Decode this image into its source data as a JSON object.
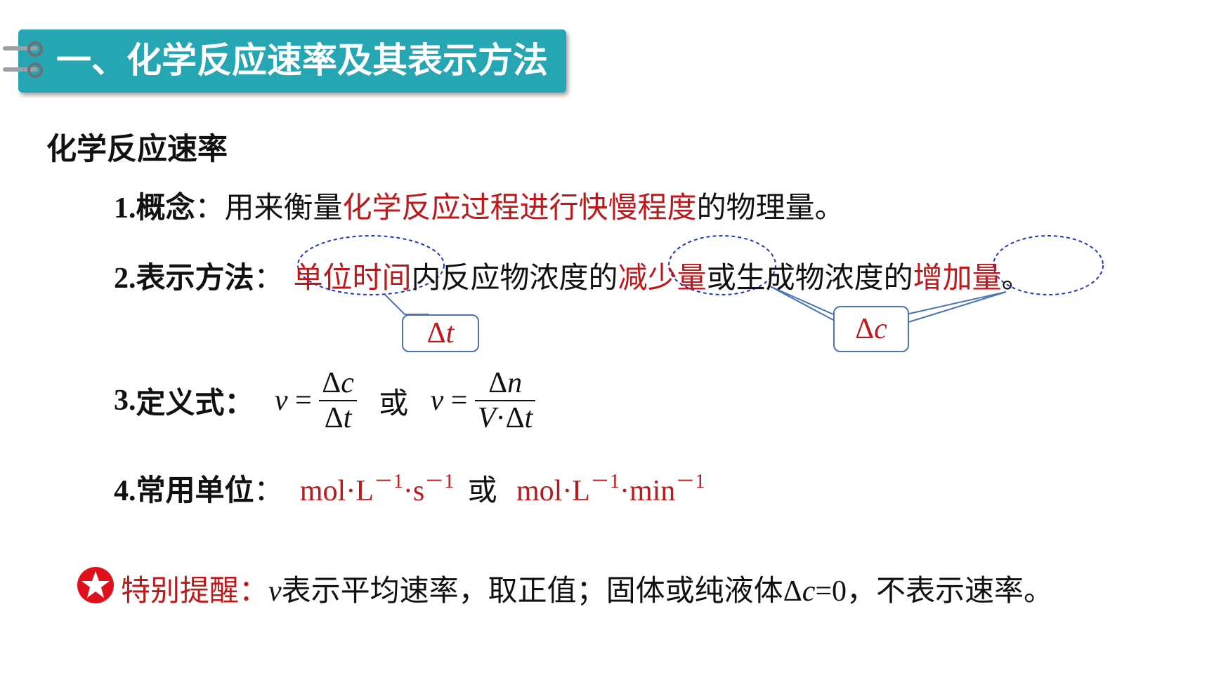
{
  "banner": {
    "title": "一、化学反应速率及其表示方法"
  },
  "subhead": "化学反应速率",
  "concept": {
    "num": "1.",
    "label": "概念",
    "colon": "：",
    "pre": "用来衡量",
    "highlight": "化学反应过程进行快慢程度",
    "post": "的物理量。"
  },
  "method": {
    "num": "2.",
    "label": "表示方法",
    "colon": "：",
    "part1_red": "单位时间",
    "part2": "内反应物浓度的",
    "part3_red": "减少量",
    "part4": "或生成物浓度的",
    "part5_red": "增加量",
    "end": "。",
    "callout_t_delta": "Δ",
    "callout_t_var": "t",
    "callout_c_delta": "Δ",
    "callout_c_var": "c"
  },
  "definition": {
    "num": "3.",
    "label": "定义式：",
    "v1": "v",
    "eq1": " = ",
    "frac1_num_delta": "Δ",
    "frac1_num_var": "c",
    "frac1_den_delta": "Δ",
    "frac1_den_var": "t",
    "or": "或",
    "v2": "v",
    "eq2": " = ",
    "frac2_num_delta": "Δ",
    "frac2_num_var": "n",
    "frac2_den_V": "V",
    "frac2_den_dot": "·Δ",
    "frac2_den_var": "t"
  },
  "units": {
    "num": "4.",
    "label": "常用单位",
    "colon": "：",
    "u1_a": "mol·L",
    "u1_exp1": "－1",
    "u1_b": "·s",
    "u1_exp2": "－1",
    "or": "或",
    "u2_a": "mol·L",
    "u2_exp1": "－1",
    "u2_b": "·min",
    "u2_exp2": "－1"
  },
  "note": {
    "label": "特别提醒：",
    "v": "v",
    "text1": "表示平均速率，取正值；固体或纯液体",
    "delta": "Δ",
    "c": "c",
    "eq": "=0",
    "text2": "，不表示速率。"
  },
  "colors": {
    "banner": "#26a6b3",
    "red": "#c0171b",
    "callout_border": "#4a73b8",
    "ellipse": "#2233cc"
  }
}
